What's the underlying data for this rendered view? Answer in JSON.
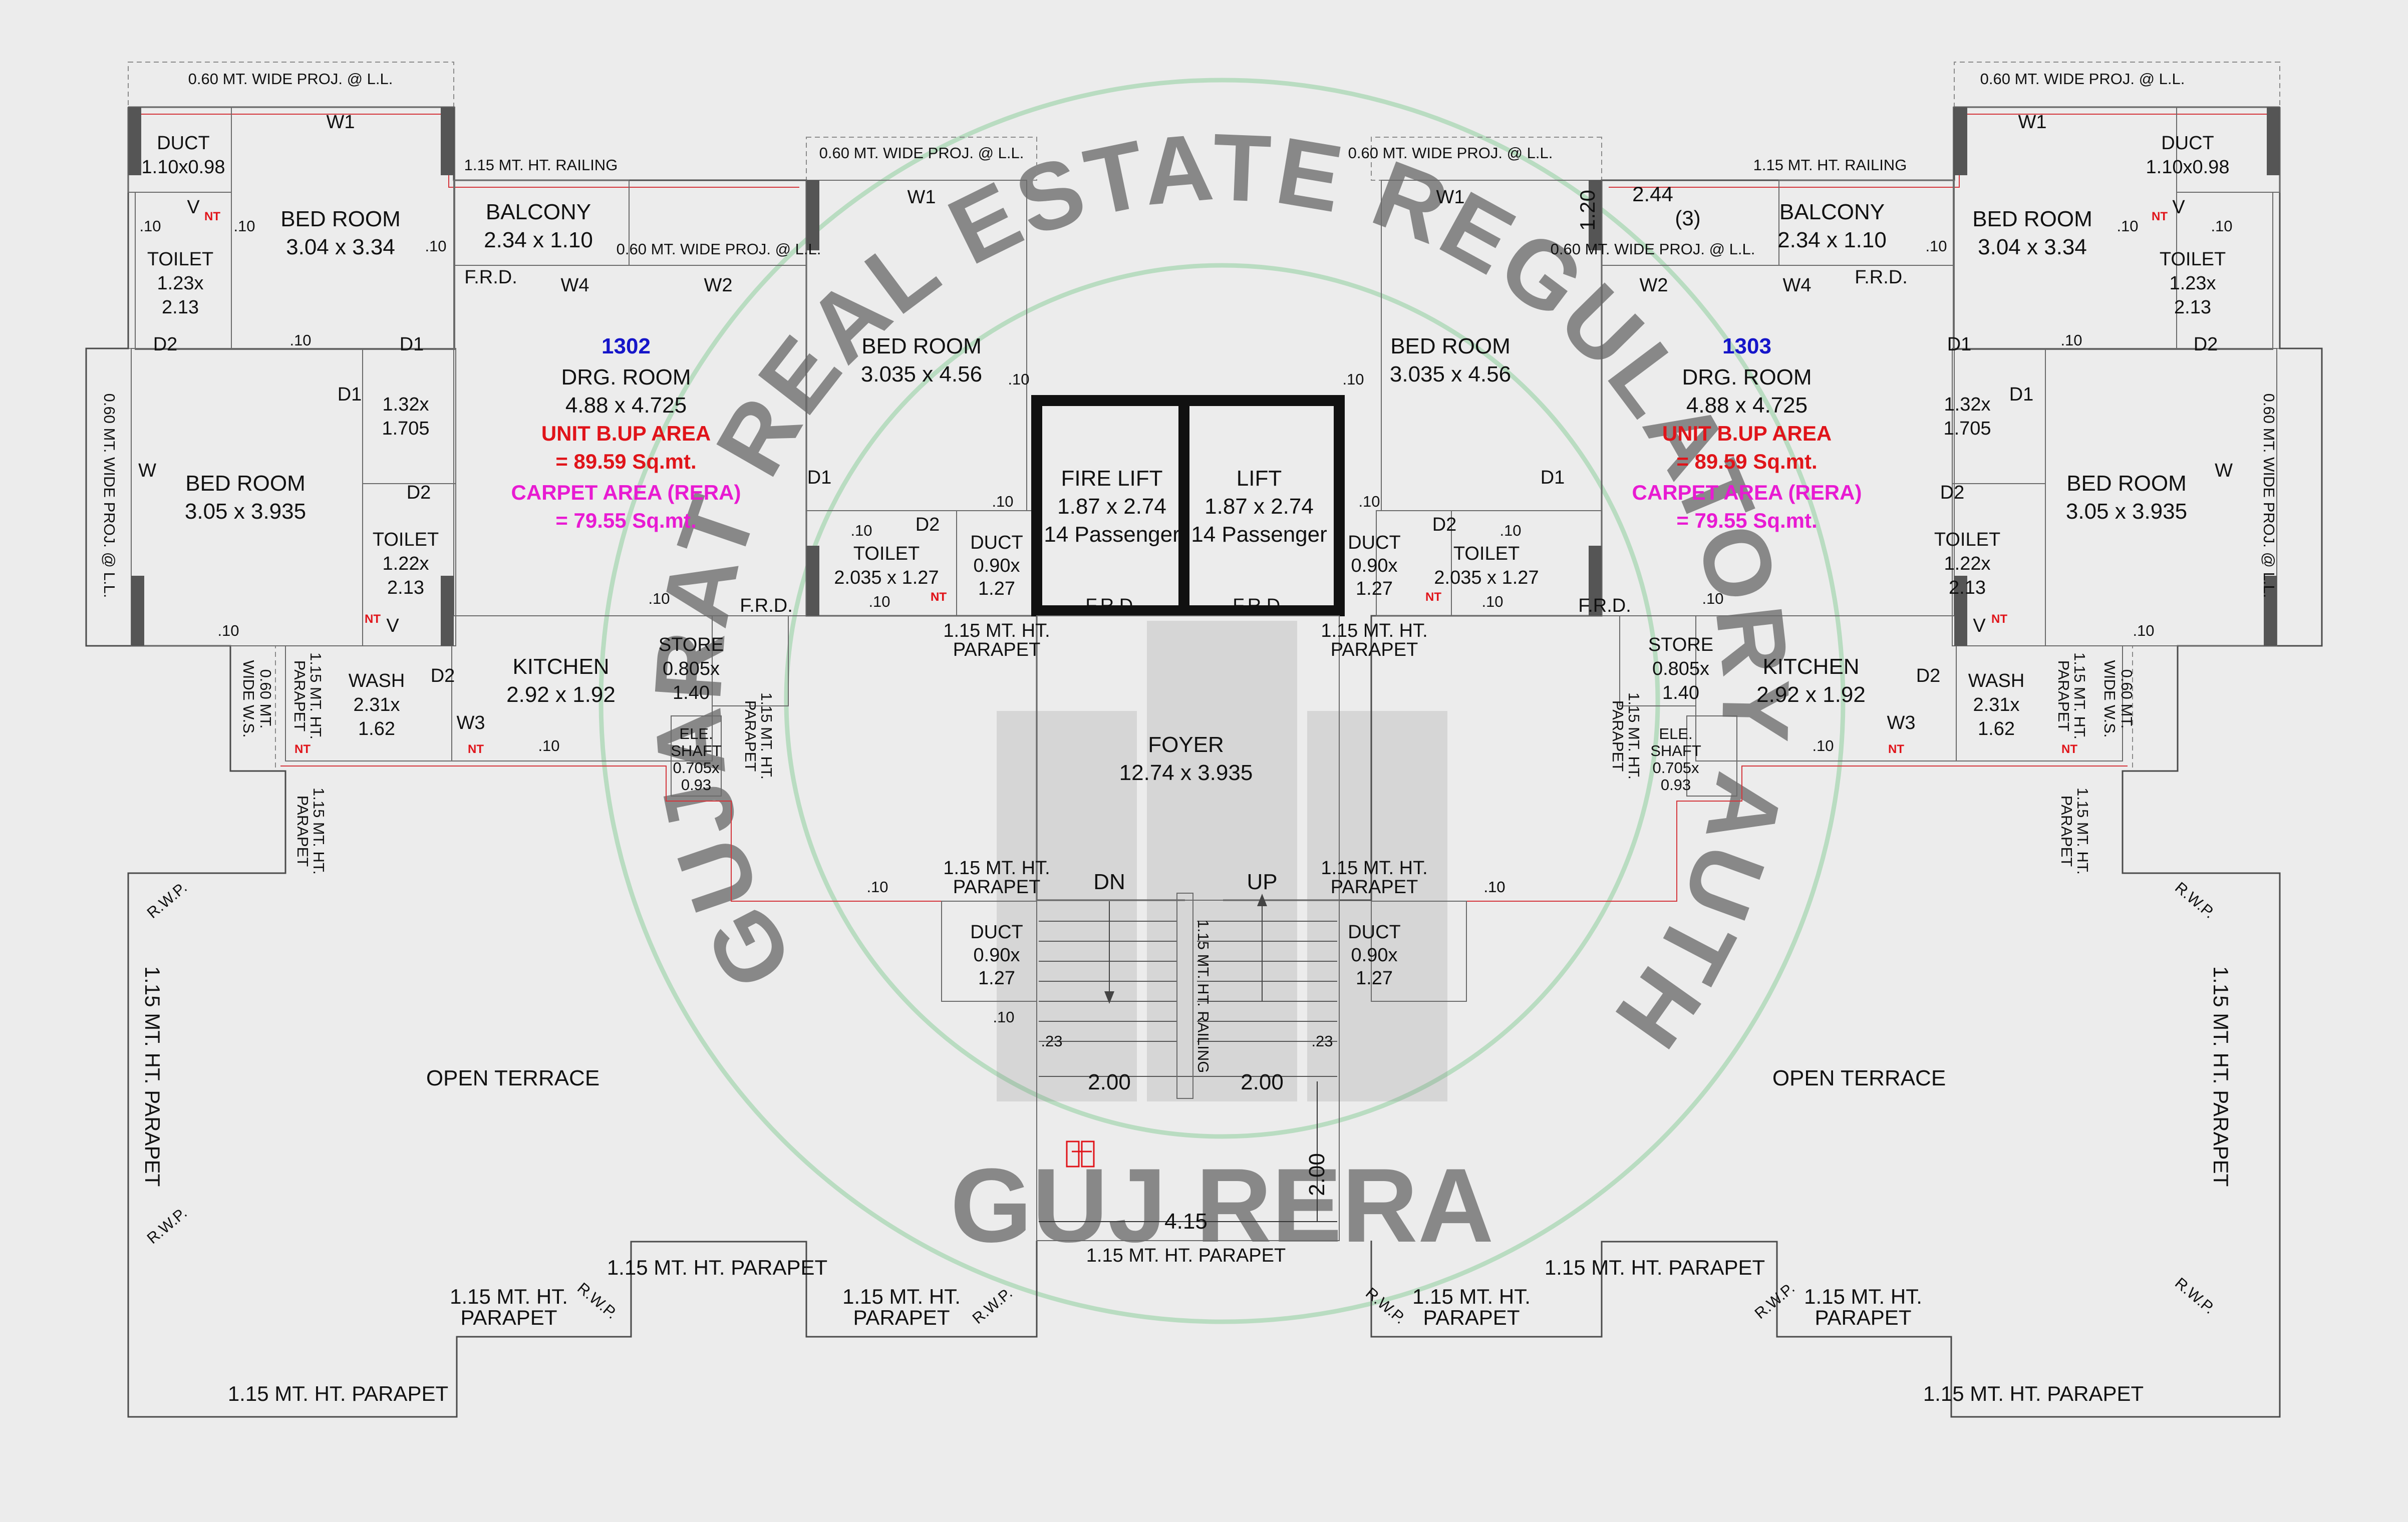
{
  "watermark": {
    "arc_text": "GUJARAT REAL ESTATE REGULATORY AUTHORITY",
    "center_text": "GUJ RERA",
    "ring_color": "#8fcf9f"
  },
  "colors": {
    "unit_no": "#1515c9",
    "bup_area": "#e0141a",
    "carpet_area": "#e81ad2",
    "nt_mark": "#e0141a"
  },
  "left_unit": {
    "unit_no": "1302",
    "drg_room": "DRG. ROOM",
    "drg_size": "4.88 x 4.725",
    "bup_label": "UNIT B.UP AREA",
    "bup_value": "= 89.59 Sq.mt.",
    "carpet_label": "CARPET AREA (RERA)",
    "carpet_value": "= 79.55 Sq.mt.",
    "bed1_name": "BED ROOM",
    "bed1_size": "3.04 x 3.34",
    "bed2_name": "BED ROOM",
    "bed2_size": "3.05 x 3.935",
    "bed3_name": "BED ROOM",
    "bed3_size": "3.035 x 4.56",
    "balcony_name": "BALCONY",
    "balcony_size": "2.34 x 1.10",
    "toilet1_name": "TOILET",
    "toilet1_size1": "1.23x",
    "toilet1_size2": "2.13",
    "toilet2_name": "TOILET",
    "toilet2_size1": "1.22x",
    "toilet2_size2": "2.13",
    "toilet3_name": "TOILET",
    "toilet3_size": "2.035 x 1.27",
    "passage_size1": "1.32x",
    "passage_size2": "1.705",
    "kitchen_name": "KITCHEN",
    "kitchen_size": "2.92 x 1.92",
    "wash_name": "WASH",
    "wash_size1": "2.31x",
    "wash_size2": "1.62",
    "store_name": "STORE",
    "store_size1": "0.805x",
    "store_size2": "1.40",
    "duct1_name": "DUCT",
    "duct1_size": "1.10x0.98",
    "duct2_name": "DUCT",
    "duct2_size1": "0.90x",
    "duct2_size2": "1.27"
  },
  "right_unit": {
    "unit_no": "1303",
    "drg_room": "DRG. ROOM",
    "drg_size": "4.88 x 4.725",
    "bup_label": "UNIT B.UP AREA",
    "bup_value": "= 89.59 Sq.mt.",
    "carpet_label": "CARPET AREA (RERA)",
    "carpet_value": "= 79.55 Sq.mt.",
    "bed1_name": "BED ROOM",
    "bed1_size": "3.04 x 3.34",
    "bed2_name": "BED ROOM",
    "bed2_size": "3.05 x 3.935",
    "bed3_name": "BED ROOM",
    "bed3_size": "3.035 x 4.56",
    "balcony_name": "BALCONY",
    "balcony_size": "2.34 x 1.10",
    "toilet1_name": "TOILET",
    "toilet1_size1": "1.23x",
    "toilet1_size2": "2.13",
    "toilet2_name": "TOILET",
    "toilet2_size1": "1.22x",
    "toilet2_size2": "2.13",
    "toilet3_name": "TOILET",
    "toilet3_size": "2.035 x 1.27",
    "passage_size1": "1.32x",
    "passage_size2": "1.705",
    "kitchen_name": "KITCHEN",
    "kitchen_size": "2.92 x 1.92",
    "wash_name": "WASH",
    "wash_size1": "2.31x",
    "wash_size2": "1.62",
    "store_name": "STORE",
    "store_size1": "0.805x",
    "store_size2": "1.40",
    "duct1_name": "DUCT",
    "duct1_size": "1.10x0.98",
    "duct2_name": "DUCT",
    "duct2_size1": "0.90x",
    "duct2_size2": "1.27",
    "gap_w": "2.44",
    "gap_h": "1.20",
    "gap_no": "(3)"
  },
  "core": {
    "fire_lift_name": "FIRE LIFT",
    "fire_lift_size": "1.87 x 2.74",
    "fire_lift_cap": "14 Passenger",
    "lift_name": "LIFT",
    "lift_size": "1.87 x 2.74",
    "lift_cap": "14 Passenger",
    "foyer_name": "FOYER",
    "foyer_size": "12.74 x 3.935",
    "dn": "DN",
    "up": "UP",
    "stair_railing": "1.15 MT. HT. RAILING",
    "dim_200": "2.00",
    "dim_415": "4.15",
    "ele_shaft": "ELE.",
    "ele_shaft2": "SHAFT",
    "ele_size1": "0.705x",
    "ele_size2": "0.93",
    "duct_name": "DUCT",
    "duct_size1": "0.90x",
    "duct_size2": "1.27"
  },
  "labels": {
    "proj_060": "0.60 MT. WIDE PROJ. @ L.L.",
    "railing_115": "1.15 MT. HT. RAILING",
    "parapet_115": "1.15 MT. HT. PARAPET",
    "parapet_a": "1.15 MT. HT.",
    "parapet_b": "PARAPET",
    "ws_060a": "0.60 MT.",
    "ws_060b": "WIDE W.S.",
    "open_terrace": "OPEN TERRACE",
    "frd": "F.R.D.",
    "rwp": "R.W.P.",
    "nt": "NT",
    "v": "V",
    "w": "W",
    "w1": "W1",
    "w2": "W2",
    "w3": "W3",
    "w4": "W4",
    "d1": "D1",
    "d2": "D2",
    "t10": ".10",
    "t23": ".23"
  }
}
